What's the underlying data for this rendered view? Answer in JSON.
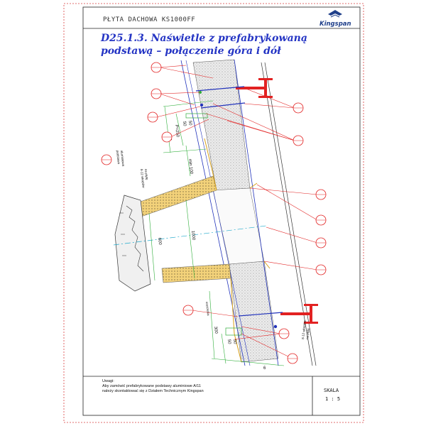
{
  "header": {
    "product": "PŁYTA DACHOWA KS1000FF",
    "logo": "Kingspan"
  },
  "drawing": {
    "title_line1": "D25.1.3. Naświetle z prefabrykowaną",
    "title_line2": "podstawą – połączenie góra i dół",
    "side_label_line1": "podstawa",
    "side_label_line2": "aluminiowa",
    "screws_top_line1": "8-12 wkrętów",
    "screws_top_line2": "na płytę",
    "screws_bottom_line1": "8-12 wkrętów",
    "screws_bottom_line2": "na płytę",
    "pad_label": "uszczelka",
    "dimensions": {
      "top_spacing": "P≈250",
      "top_a": "50",
      "top_b": "50",
      "top_c": "100",
      "top_min": "min 100",
      "mid_left": "600",
      "mid_main": "1000",
      "bottom_a": "300",
      "bottom_b": "50",
      "bottom_c": "50",
      "bottom_d": "6"
    }
  },
  "notes": {
    "heading": "Uwagi:",
    "line1": "Aby zamówić prefabrykowane podstawy aluminiowe A/11",
    "line2": "należy skontaktować się z Działem Technicznym Kingspan"
  },
  "footer": {
    "sheet": "SKALA",
    "scale": "1 : 5"
  },
  "colors": {
    "frame": "#d94040",
    "title": "#2434c4",
    "callout": "#e22222",
    "hatch": "#c8c8c8",
    "gold": "#d9a21a",
    "green": "#2fae3a",
    "blue": "#2233bb",
    "cyan": "#22aacc"
  }
}
